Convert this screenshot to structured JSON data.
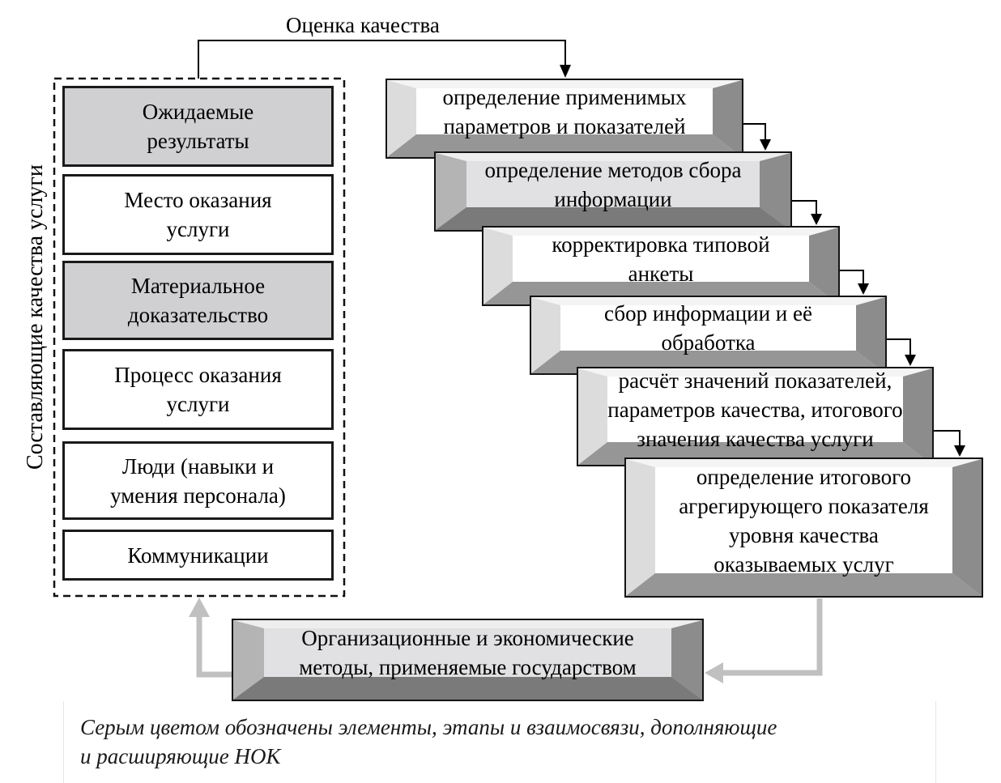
{
  "diagram": {
    "top_connector_label": "Оценка качества",
    "vertical_label": "Составляющие качества услуги",
    "components": [
      {
        "label": "Ожидаемые результаты",
        "lines": [
          "Ожидаемые",
          "результаты"
        ],
        "highlighted": true
      },
      {
        "label": "Место оказания услуги",
        "lines": [
          "Место оказания",
          "услуги"
        ],
        "highlighted": false
      },
      {
        "label": "Материальное доказательство",
        "lines": [
          "Материальное",
          "доказательство"
        ],
        "highlighted": true
      },
      {
        "label": "Процесс оказания услуги",
        "lines": [
          "Процесс оказания",
          "услуги"
        ],
        "highlighted": false
      },
      {
        "label": "Люди (навыки и умения персонала)",
        "lines": [
          "Люди (навыки и",
          "умения персонала)"
        ],
        "highlighted": false
      },
      {
        "label": "Коммуникации",
        "lines": [
          "Коммуникации"
        ],
        "highlighted": false
      }
    ],
    "steps": [
      {
        "lines": [
          "определение применимых",
          "параметров и показателей"
        ],
        "highlighted": false
      },
      {
        "lines": [
          "определение методов сбора",
          "информации"
        ],
        "highlighted": true
      },
      {
        "lines": [
          "корректировка типовой",
          "анкеты"
        ],
        "highlighted": false
      },
      {
        "lines": [
          "сбор информации и её",
          "обработка"
        ],
        "highlighted": false
      },
      {
        "lines": [
          "расчёт значений показателей,",
          "параметров качества, итогового",
          "значения качества услуги"
        ],
        "highlighted": false
      },
      {
        "lines": [
          "определение итогового",
          "агрегирующего показателя",
          "уровня качества",
          "оказываемых услуг"
        ],
        "highlighted": false
      }
    ],
    "state_methods": {
      "lines": [
        "Организационные и экономические",
        "методы, применяемые государством"
      ],
      "highlighted": true
    },
    "caption": {
      "line1": "Серым цветом обозначены элементы, этапы и взаимосвязи, дополняющие",
      "line2": "и расширяющие НОК"
    },
    "colors": {
      "highlight_fill": "#d0cfd1",
      "step_highlight_fill": "#e1e0e2",
      "bevel_light": "#dcdcdc",
      "bevel_dark": "#8c8c8c",
      "feedback_arrow": "#c0c0c0",
      "line": "#000000"
    }
  }
}
